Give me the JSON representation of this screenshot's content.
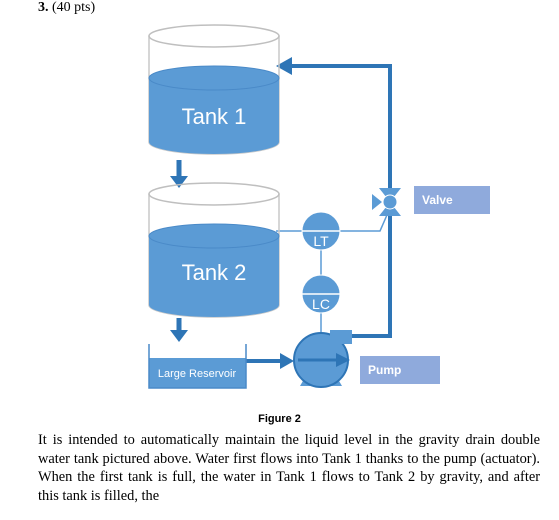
{
  "problem": {
    "number": "3.",
    "points": "(40 pts)"
  },
  "diagram": {
    "tank1_label": "Tank 1",
    "tank2_label": "Tank 2",
    "reservoir_label": "Large Reservoir",
    "lt_label": "LT",
    "lc_label": "LC",
    "valve_label": "Valve",
    "pump_label": "Pump",
    "colors": {
      "water": "#5B9BD5",
      "water_top": "#6BA8DE",
      "pipe": "#2E75B6",
      "instrument": "#5B9BD5",
      "label_box": "#8FAADC",
      "tank_outline": "#C9C9C9"
    }
  },
  "caption": "Figure 2",
  "paragraph": "It is intended to automatically maintain the liquid level in the gravity drain double water tank pictured above. Water first flows into Tank 1 thanks to the pump (actuator). When the first tank is full, the water in Tank 1 flows to Tank 2 by gravity, and after this tank is filled, the"
}
